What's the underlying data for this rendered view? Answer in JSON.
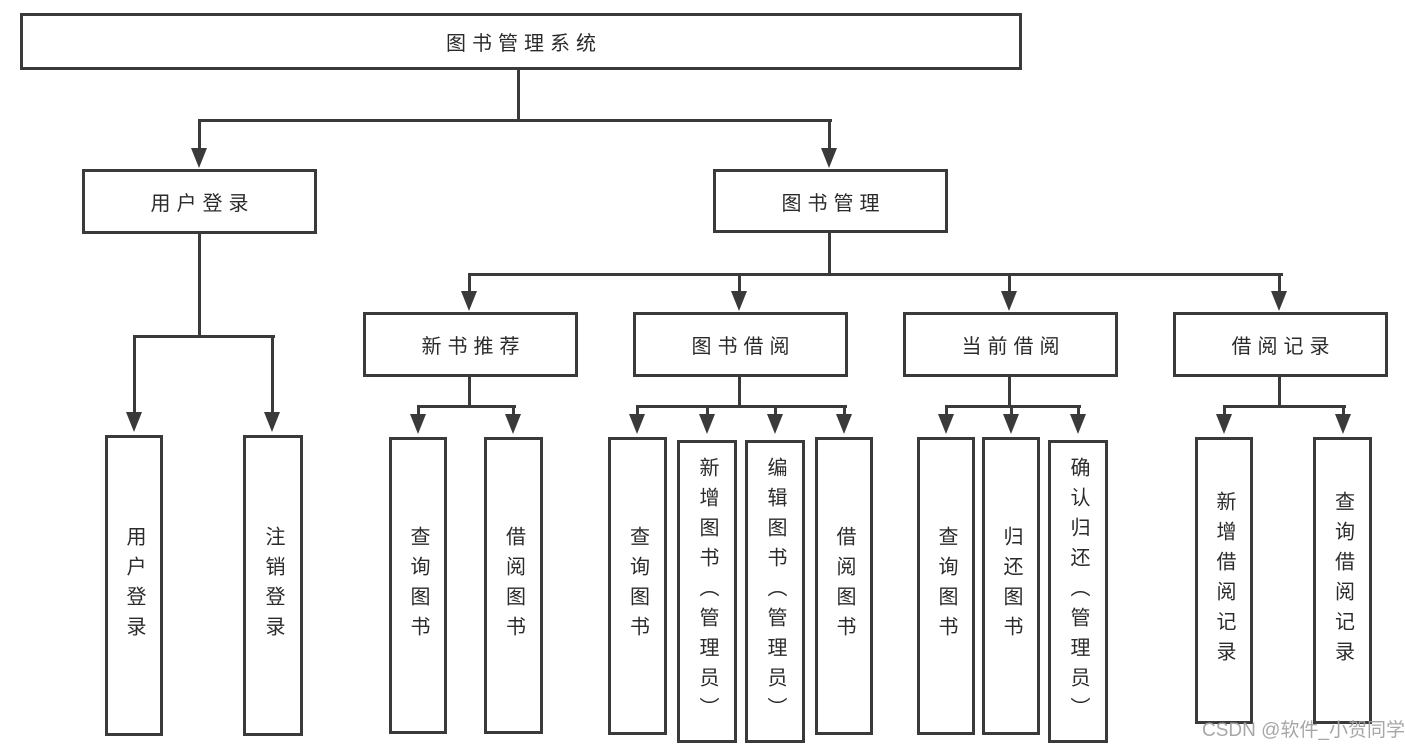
{
  "diagram": {
    "root": {
      "label": "图书管理系统"
    },
    "branches": {
      "user_login": {
        "label": "用户登录"
      },
      "book_mgmt": {
        "label": "图书管理"
      }
    },
    "modules": {
      "new_book_rec": {
        "label": "新书推荐"
      },
      "book_borrow": {
        "label": "图书借阅"
      },
      "current_borrow": {
        "label": "当前借阅"
      },
      "borrow_records": {
        "label": "借阅记录"
      }
    },
    "leaves": {
      "user_login_leaf": {
        "label": "用户登录"
      },
      "logout": {
        "label": "注销登录"
      },
      "rec_query_books": {
        "label": "查询图书"
      },
      "rec_borrow_books": {
        "label": "借阅图书"
      },
      "bb_query_books": {
        "label": "查询图书"
      },
      "bb_add_books": {
        "label": "新增图书（管理员）"
      },
      "bb_edit_books": {
        "label": "编辑图书（管理员）"
      },
      "bb_borrow_books": {
        "label": "借阅图书"
      },
      "cb_query_books": {
        "label": "查询图书"
      },
      "cb_return_books": {
        "label": "归还图书"
      },
      "cb_confirm_return": {
        "label": "确认归还（管理员）"
      },
      "br_add_record": {
        "label": "新增借阅记录"
      },
      "br_query_record": {
        "label": "查询借阅记录"
      }
    }
  },
  "watermark": {
    "text": "CSDN @软件_小贺同学"
  },
  "colors": {
    "line": "#3a3a3a",
    "text": "#2b2b2b",
    "watermark": "#a2a2a2",
    "background": "#ffffff"
  }
}
